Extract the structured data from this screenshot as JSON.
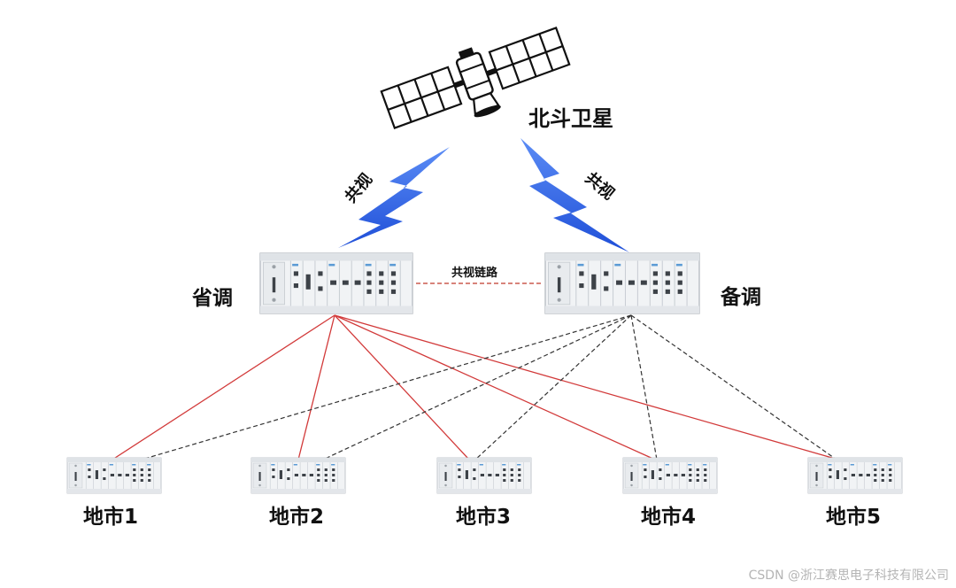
{
  "satellite": {
    "label": "北斗卫星",
    "icon": "satellite-icon"
  },
  "common_view_left": "共视",
  "common_view_right": "共视",
  "nodes": {
    "primary": {
      "label": "省调",
      "icon": "server-rack-icon"
    },
    "backup": {
      "label": "备调",
      "icon": "server-rack-icon"
    }
  },
  "link_label": "共视链路",
  "cities": [
    {
      "label": "地市1"
    },
    {
      "label": "地市2"
    },
    {
      "label": "地市3"
    },
    {
      "label": "地市4"
    },
    {
      "label": "地市5"
    }
  ],
  "watermark": "CSDN @浙江赛思电子科技有限公司",
  "colors": {
    "primary_link": "#d23a3a",
    "backup_link": "#333333",
    "signal": "#2f63e6"
  }
}
